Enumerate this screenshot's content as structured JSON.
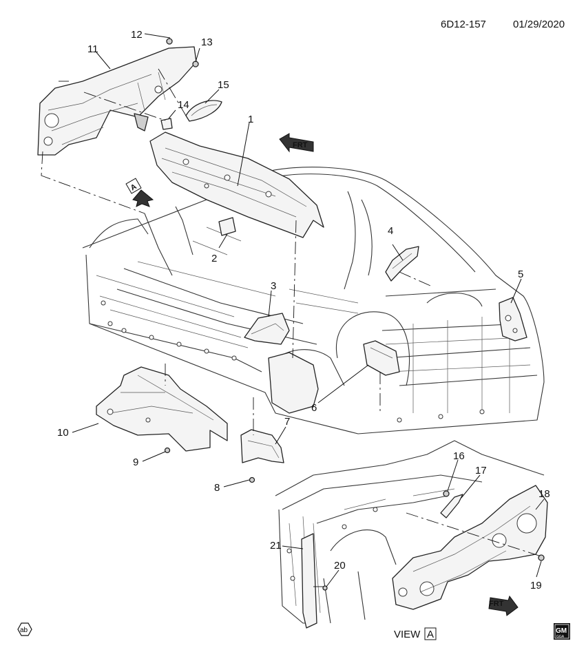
{
  "header": {
    "doc_code": "6D12-157",
    "doc_date": "01/29/2020"
  },
  "callouts": {
    "c1": "1",
    "c2": "2",
    "c3": "3",
    "c4": "4",
    "c5": "5",
    "c6": "6",
    "c7": "7",
    "c8": "8",
    "c9": "9",
    "c10": "10",
    "c11": "11",
    "c12": "12",
    "c13": "13",
    "c14": "14",
    "c15": "15",
    "c16": "16",
    "c17": "17",
    "c18": "18",
    "c19": "19",
    "c20": "20",
    "c21": "21"
  },
  "direction_labels": {
    "frt_top": "FRT",
    "frt_bottom": "FRT",
    "view_marker": "A"
  },
  "view_caption": {
    "label": "VIEW",
    "letter": "A"
  },
  "footer": {
    "ab_badge": "ab",
    "gm_logo": "GM",
    "gm_sub": "GGA"
  },
  "icons": {
    "frt_arrow": "front-direction-arrow-icon",
    "view_arrow": "view-direction-arrow-icon",
    "ab_badge": "ab-hexagon-icon",
    "gm_logo": "gm-logo-icon"
  }
}
